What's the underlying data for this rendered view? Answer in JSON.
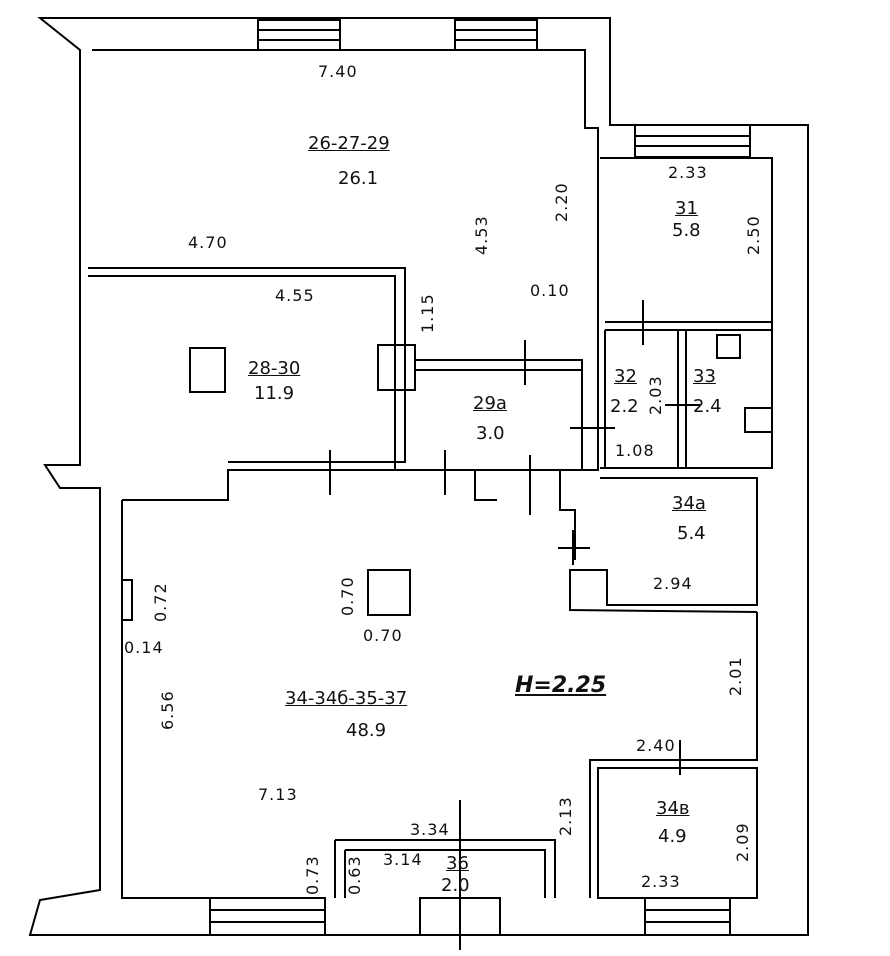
{
  "rooms": [
    {
      "id": "r1",
      "number": "26-27-29",
      "area": "26.1"
    },
    {
      "id": "r2",
      "number": "28-30",
      "area": "11.9"
    },
    {
      "id": "r3",
      "number": "29а",
      "area": "3.0"
    },
    {
      "id": "r4",
      "number": "31",
      "area": "5.8"
    },
    {
      "id": "r5",
      "number": "32",
      "area": "2.2"
    },
    {
      "id": "r6",
      "number": "33",
      "area": "2.4"
    },
    {
      "id": "r7",
      "number": "34а",
      "area": "5.4"
    },
    {
      "id": "r8",
      "number": "34-34б-35-37",
      "area": "48.9"
    },
    {
      "id": "r9",
      "number": "34в",
      "area": "4.9"
    },
    {
      "id": "r10",
      "number": "36",
      "area": "2.0"
    }
  ],
  "dimensions": {
    "d740": "7.40",
    "d470": "4.70",
    "d453": "4.53",
    "d220": "2.20",
    "d010": "0.10",
    "d455": "4.55",
    "d115": "1.15",
    "d233a": "2.33",
    "d250": "2.50",
    "d203": "2.03",
    "d108": "1.08",
    "d294": "2.94",
    "d072": "0.72",
    "d014": "0.14",
    "d070v": "0.70",
    "d070h": "0.70",
    "d656": "6.56",
    "d201": "2.01",
    "d240": "2.40",
    "d713": "7.13",
    "d213": "2.13",
    "d209": "2.09",
    "d233b": "2.33",
    "d334": "3.34",
    "d314": "3.14",
    "d073": "0.73",
    "d063": "0.63"
  },
  "ceiling_height": "H=2.25"
}
